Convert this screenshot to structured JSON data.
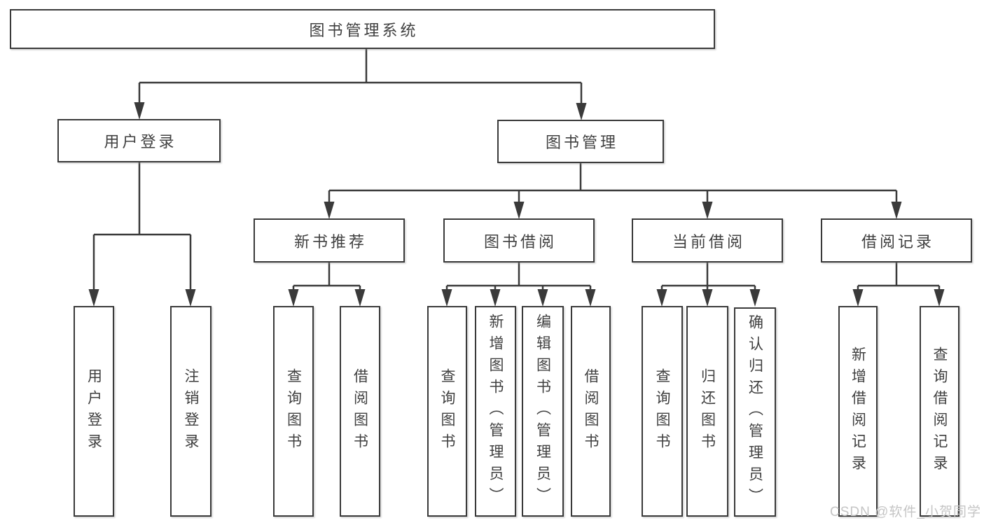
{
  "diagram_type": "hierarchy-tree",
  "tree": {
    "label": "图书管理系统",
    "children": [
      {
        "label": "用户登录",
        "children": [
          {
            "label": "用户登录"
          },
          {
            "label": "注销登录"
          }
        ]
      },
      {
        "label": "图书管理",
        "children": [
          {
            "label": "新书推荐",
            "children": [
              {
                "label": "查询图书"
              },
              {
                "label": "借阅图书"
              }
            ]
          },
          {
            "label": "图书借阅",
            "children": [
              {
                "label": "查询图书"
              },
              {
                "label": "新增图书（管理员）"
              },
              {
                "label": "编辑图书（管理员）"
              },
              {
                "label": "借阅图书"
              }
            ]
          },
          {
            "label": "当前借阅",
            "children": [
              {
                "label": "查询图书"
              },
              {
                "label": "归还图书"
              },
              {
                "label": "确认归还（管理员）"
              }
            ]
          },
          {
            "label": "借阅记录",
            "children": [
              {
                "label": "新增借阅记录"
              },
              {
                "label": "查询借阅记录"
              }
            ]
          }
        ]
      }
    ]
  },
  "watermark": "CSDN @软件_小贺同学",
  "colors": {
    "line": "#3a3a3a",
    "box_border": "#3a3a3a",
    "text": "#404040",
    "watermark": "#c5c5c5",
    "background": "#ffffff"
  }
}
